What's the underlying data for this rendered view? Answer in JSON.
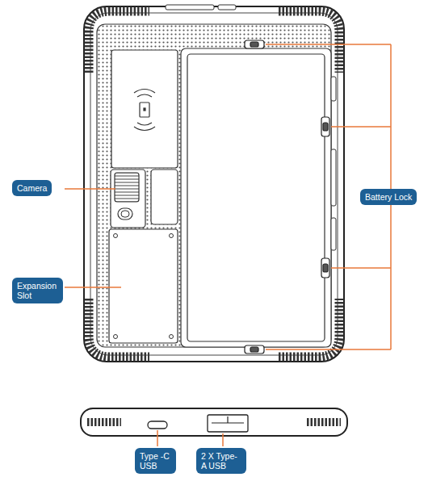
{
  "diagram": {
    "nodes": [
      {
        "text": [
          "Camera"
        ]
      },
      {
        "text": [
          "Battery Lock"
        ]
      },
      {
        "text": [
          "Expansion Slot"
        ]
      },
      {
        "text": [
          "Type -C USB"
        ]
      },
      {
        "text": [
          "2 X Type-A USB"
        ]
      }
    ]
  }
}
